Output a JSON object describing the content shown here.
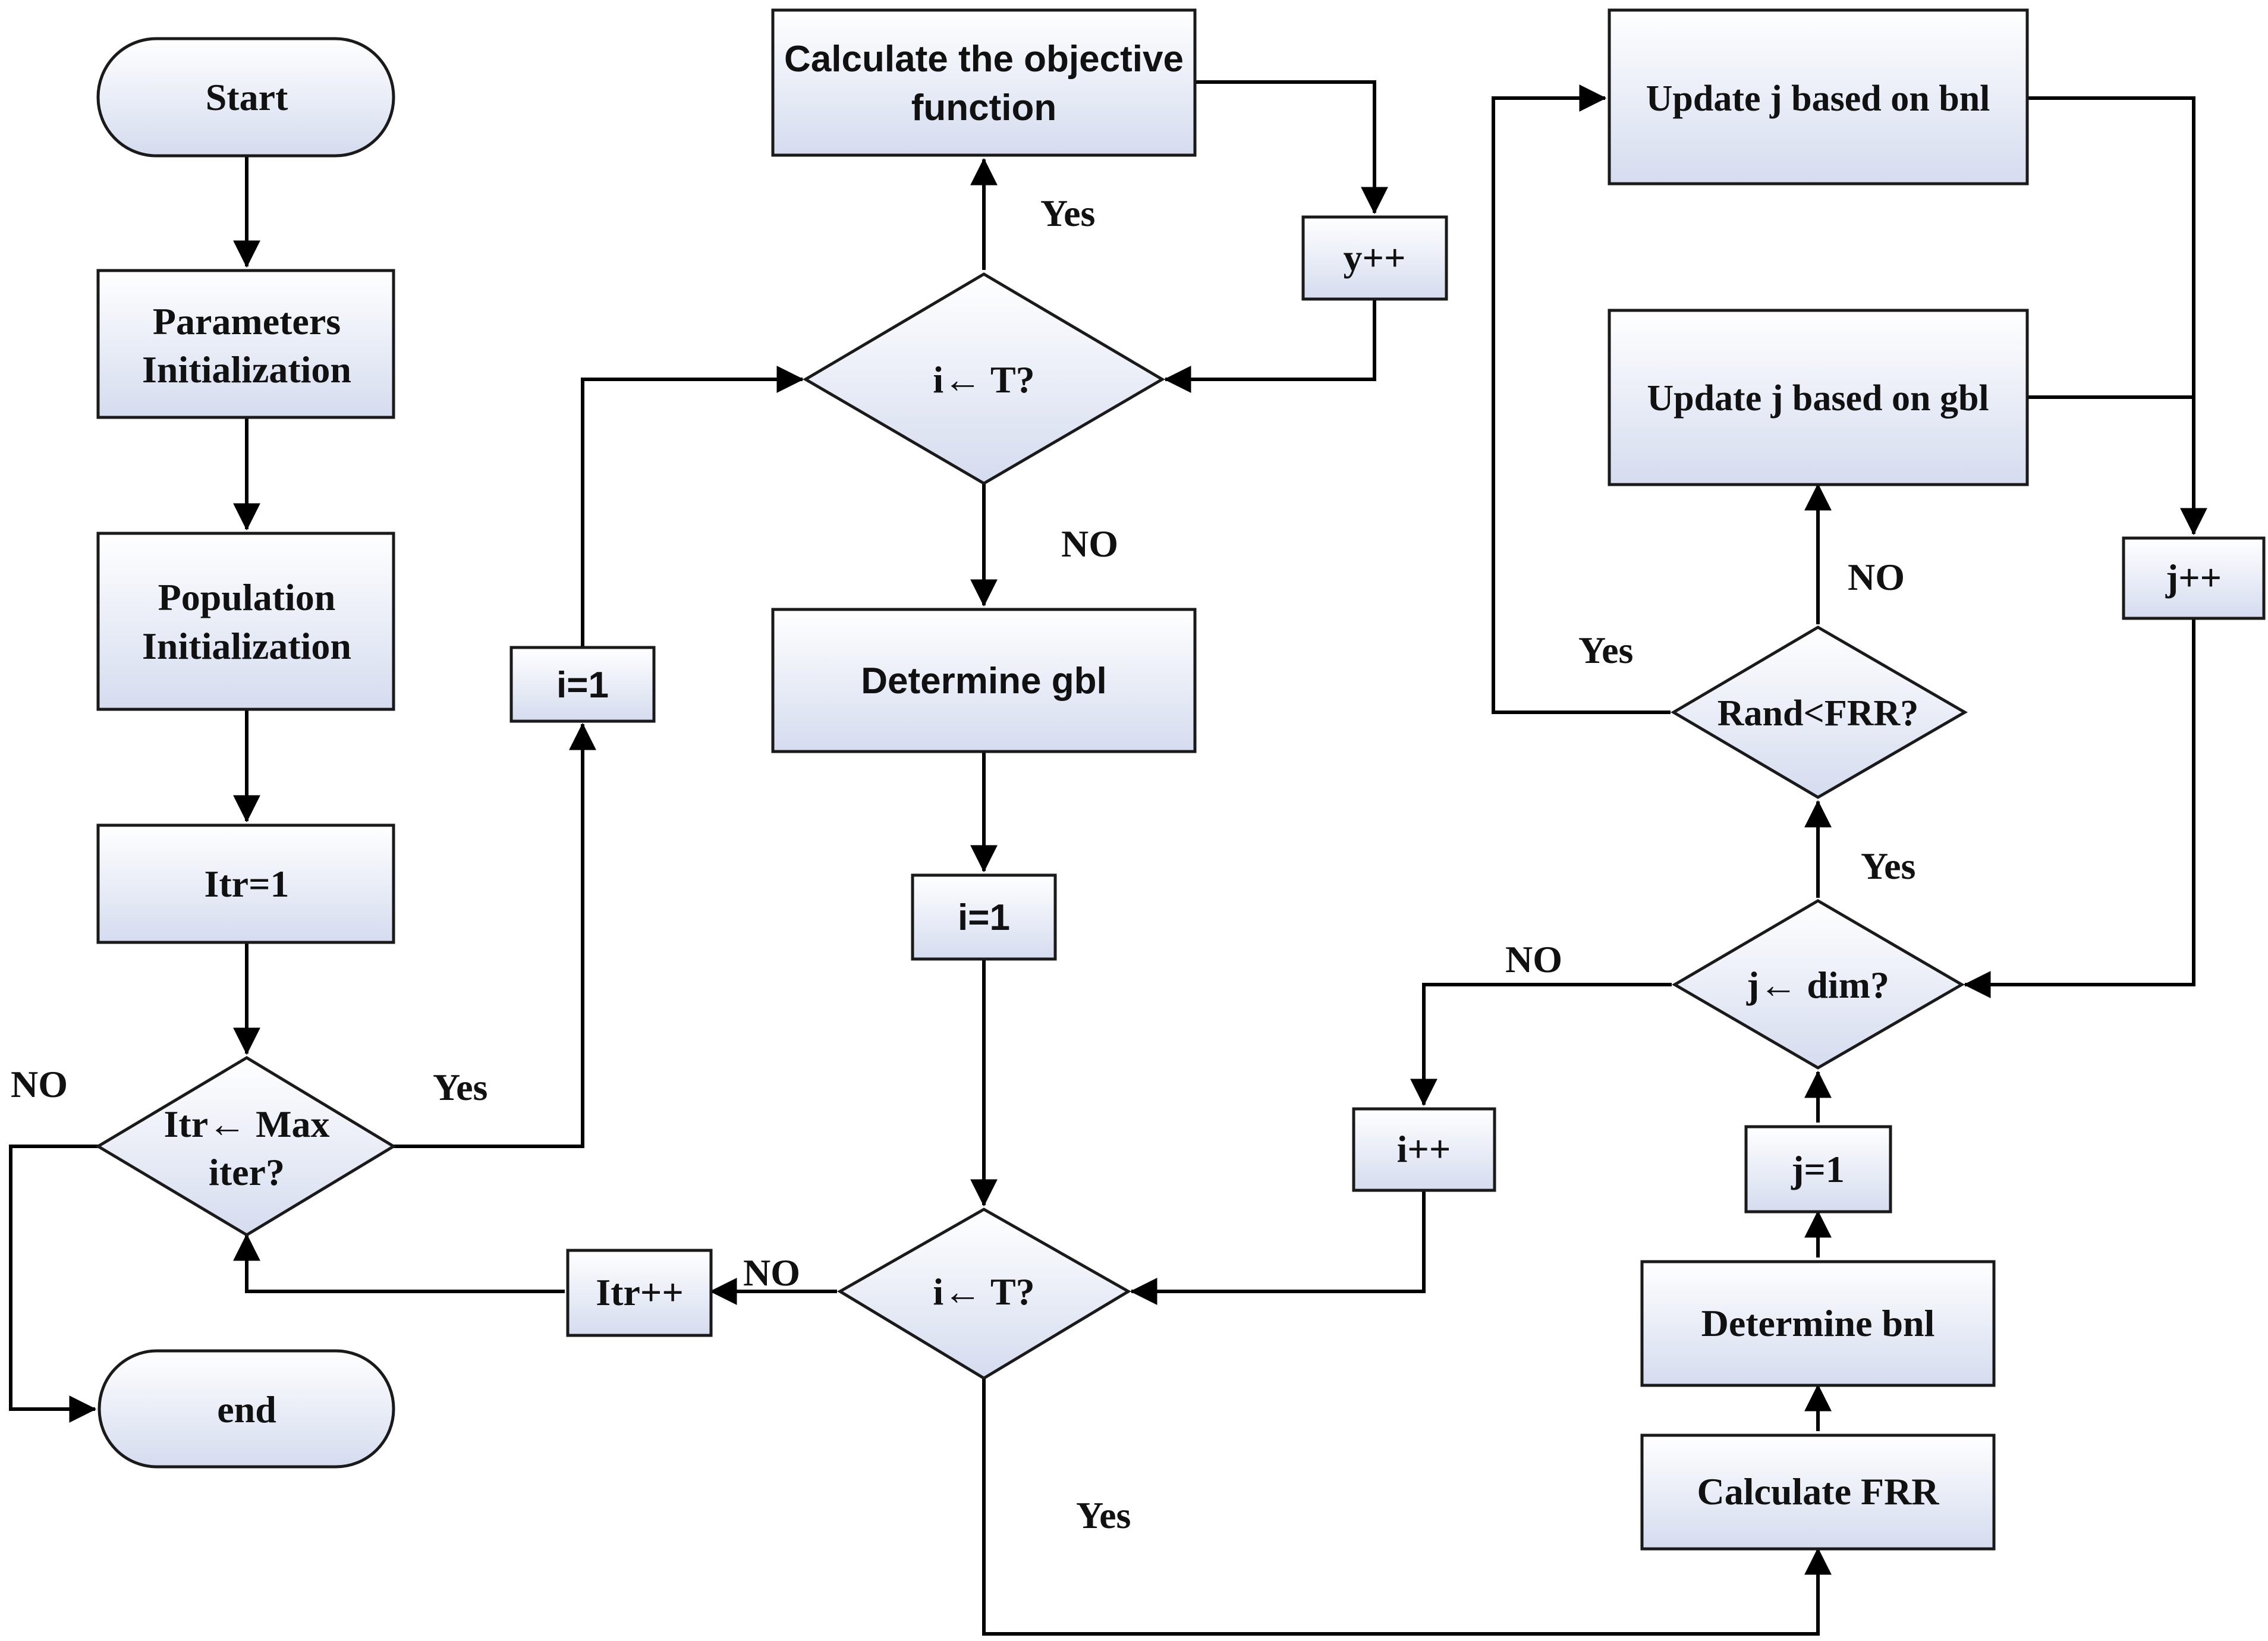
{
  "fill_gradient": {
    "light": "#ffffff",
    "dark": "#d5dcef"
  },
  "stroke_color": "#1a1a1a",
  "nodes": {
    "start": "Start",
    "params_init_1": "Parameters",
    "params_init_2": "Initialization",
    "pop_init_1": "Population",
    "pop_init_2": "Initialization",
    "itr_init": "Itr=1",
    "itr_cond_1": "Itr← Max",
    "itr_cond_2": "iter?",
    "end": "end",
    "itr_inc": "Itr++",
    "i_init_left": "i=1",
    "i_cond_top": "i← T?",
    "calc_obj_1": "Calculate the objective",
    "calc_obj_2": "function",
    "y_inc": "y++",
    "det_gbl": "Determine gbl",
    "i_init_mid": "i=1",
    "i_cond_bottom": "i← T?",
    "upd_bnl": "Update j based on bnl",
    "upd_gbl": "Update j based on gbl",
    "j_inc": "j++",
    "rand_cond": "Rand<FRR?",
    "j_cond": "j← dim?",
    "i_inc": "i++",
    "j_init": "j=1",
    "det_bnl": "Determine bnl",
    "calc_frr": "Calculate FRR"
  },
  "edge_labels": {
    "itr_no": "NO",
    "itr_yes": "Yes",
    "top_yes": "Yes",
    "top_no": "NO",
    "bottom_no": "NO",
    "bottom_yes": "Yes",
    "rand_yes": "Yes",
    "rand_no": "NO",
    "jdim_yes": "Yes",
    "jdim_no": "NO"
  }
}
